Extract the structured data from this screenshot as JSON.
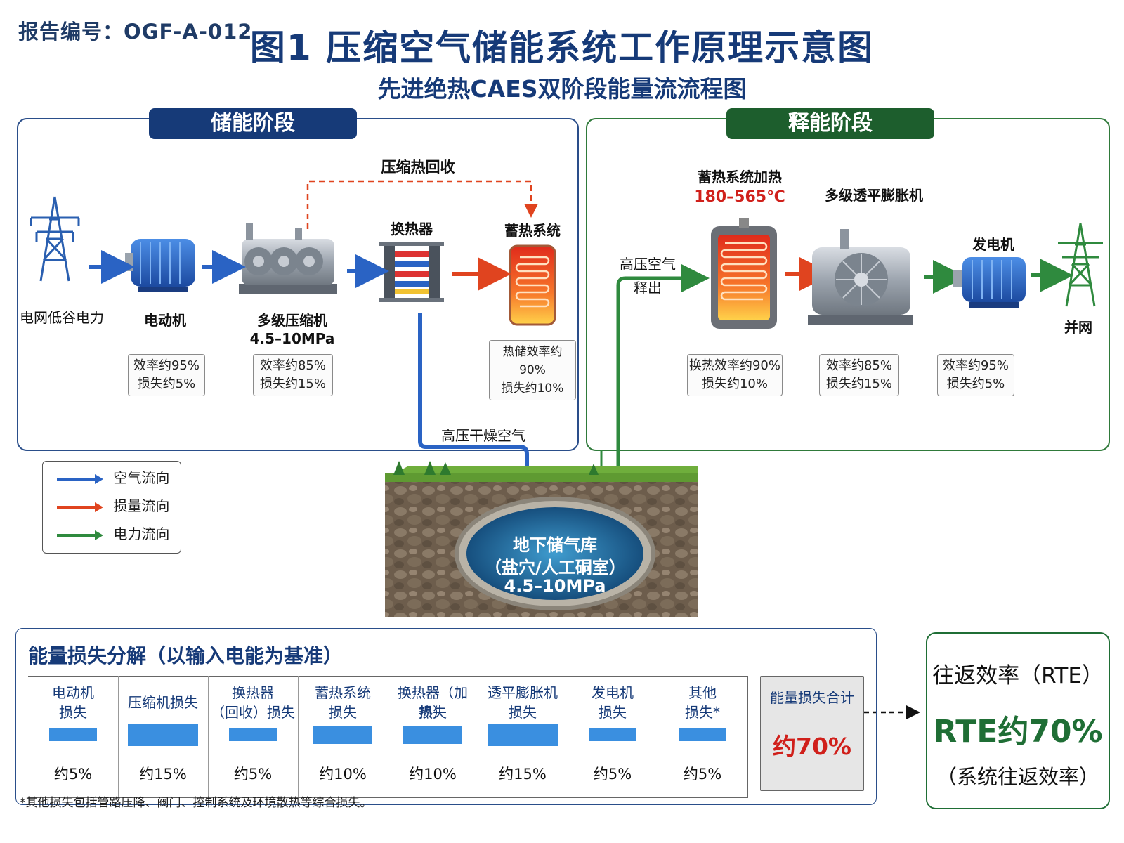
{
  "header": {
    "report_id": "报告编号：OGF-A-012",
    "title": "图1   压缩空气储能系统工作原理示意图",
    "subtitle": "先进绝热CAES双阶段能量流流程图"
  },
  "colors": {
    "air": "#2a63c4",
    "heat": "#e0441f",
    "power": "#2f8a3e",
    "storage_tag": "#163a78",
    "release_tag": "#1d5e2d"
  },
  "storage_stage": {
    "tag": "储能阶段",
    "heat_recovery_label": "压缩热回收",
    "grid_label": "电网低谷电力",
    "motor": {
      "label": "电动机",
      "eff": "效率约95%",
      "loss": "损失约5%"
    },
    "compressor": {
      "label": "多级压缩机",
      "pressure": "4.5–10MPa",
      "eff": "效率约85%",
      "loss": "损失约15%"
    },
    "heat_exchanger": {
      "label": "换热器"
    },
    "thermal_storage": {
      "label": "蓄热系统",
      "eff": "热储效率约90%",
      "loss": "损失约10%"
    },
    "hp_dry_air": "高压干燥空气"
  },
  "release_stage": {
    "tag": "释能阶段",
    "heating": {
      "label": "蓄热系统加热",
      "temp": "180–565℃",
      "eff": "换热效率约90%",
      "loss": "损失约10%"
    },
    "hp_air_release": [
      "高压空气",
      "释出"
    ],
    "expander": {
      "label": "多级透平膨胀机",
      "eff": "效率约85%",
      "loss": "损失约15%"
    },
    "generator": {
      "label": "发电机",
      "eff": "效率约95%",
      "loss": "损失约5%"
    },
    "grid_label": "并网"
  },
  "cavern": {
    "line1": "地下储气库",
    "line2": "（盐穴/人工硐室）",
    "line3": "4.5–10MPa"
  },
  "legend": [
    {
      "label": "空气流向",
      "color": "#2a63c4"
    },
    {
      "label": "损量流向",
      "color": "#e0441f"
    },
    {
      "label": "电力流向",
      "color": "#2f8a3e"
    }
  ],
  "loss_breakdown": {
    "title": "能量损失分解（以输入电能为基准）",
    "items": [
      {
        "h1": "电动机",
        "h2": "损失",
        "value": "约5%",
        "pct": 5
      },
      {
        "h1": "压缩机损失",
        "h2": "",
        "value": "约15%",
        "pct": 15
      },
      {
        "h1": "换热器",
        "h2": "（回收）损失",
        "value": "约5%",
        "pct": 5
      },
      {
        "h1": "蓄热系统",
        "h2": "损失",
        "value": "约10%",
        "pct": 10
      },
      {
        "h1": "换热器（加热）",
        "h2": "损失",
        "value": "约10%",
        "pct": 10
      },
      {
        "h1": "透平膨胀机",
        "h2": "损失",
        "value": "约15%",
        "pct": 15
      },
      {
        "h1": "发电机",
        "h2": "损失",
        "value": "约5%",
        "pct": 5
      },
      {
        "h1": "其他",
        "h2": "损失*",
        "value": "约5%",
        "pct": 5
      }
    ],
    "total_label": "能量损失合计",
    "total_value": "约70%"
  },
  "rte": {
    "title": "往返效率（RTE）",
    "value": "RTE约70%",
    "note": "（系统往返效率）"
  },
  "footnote": "*其他损失包括管路压降、阀门、控制系统及环境散热等综合损失。"
}
